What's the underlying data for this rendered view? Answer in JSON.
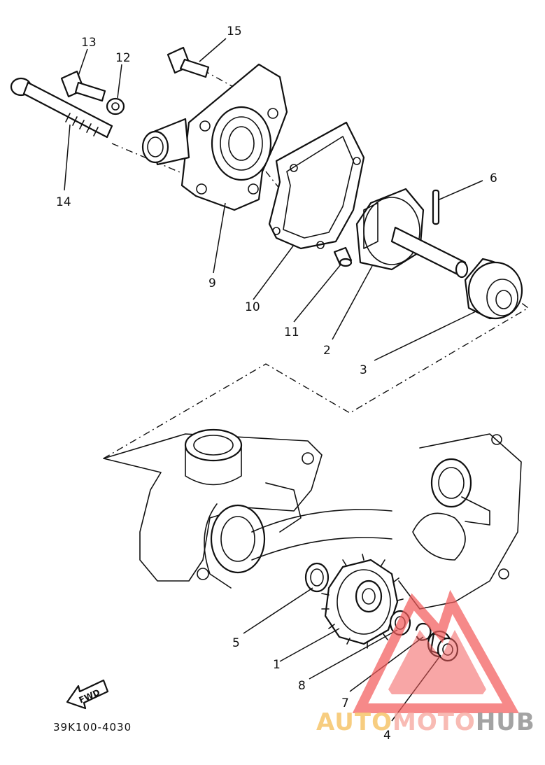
{
  "diagram": {
    "part_code": "39K100-4030",
    "fwd_label": "FWD",
    "callouts": [
      "1",
      "2",
      "3",
      "4",
      "5",
      "6",
      "7",
      "8",
      "9",
      "10",
      "11",
      "12",
      "13",
      "14",
      "15"
    ]
  },
  "watermark": {
    "text_part1": "AUTO",
    "text_part2": "MOTO",
    "text_part3": "HUB",
    "color_part1": "#f7c873",
    "color_part2": "#f7b0a8",
    "color_part3": "#9a9a9a",
    "logo_color": "#f25c5c"
  }
}
